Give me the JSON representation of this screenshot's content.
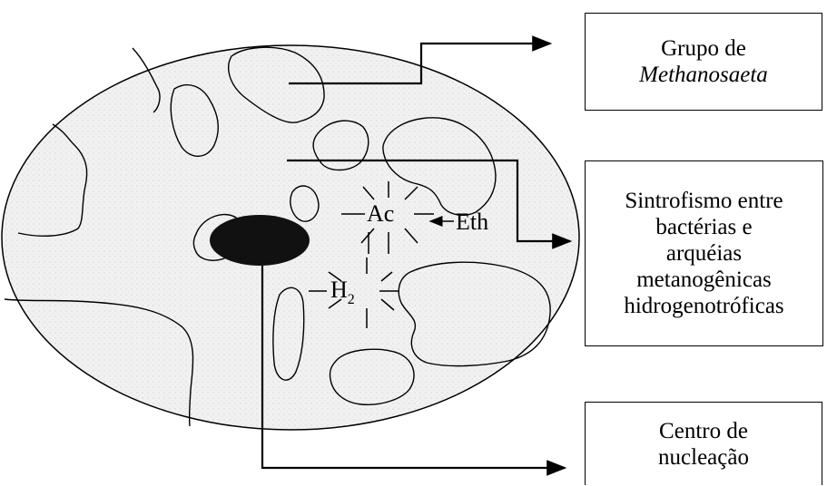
{
  "diagram": {
    "labels": {
      "acetate": "Ac",
      "ethanol": "Eth",
      "hydrogen": "H",
      "hydrogen_subscript": "2"
    },
    "boxes": {
      "methanosaeta": {
        "line1": "Grupo de",
        "line2": "Methanosaeta"
      },
      "sintrofismo": {
        "line1": "Sintrofismo entre",
        "line2": "bactérias e",
        "line3": "arquéias",
        "line4": "metanogênicas",
        "line5": "hidrogenotróficas"
      },
      "centro": {
        "line1": "Centro de",
        "line2": "nucleação"
      }
    }
  }
}
